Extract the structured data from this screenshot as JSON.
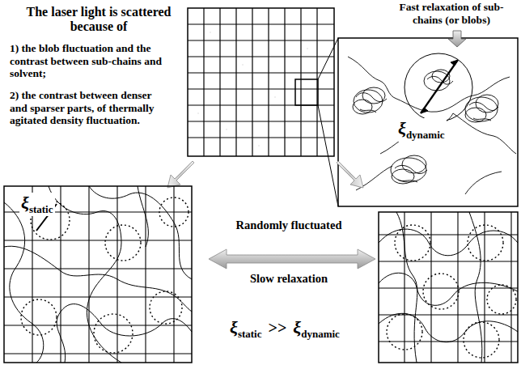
{
  "diagram": {
    "labels": [
      "The laser light is scattered because of",
      "1) the blob fluctuation and the contrast between sub-chains and solvent;",
      "2) the contrast between denser and sparser parts, of thermally agitated density fluctuation.",
      "Fast relaxation of sub-chains (or blobs)",
      "ξ",
      "dynamic",
      "ξ",
      "static",
      "Randomly fluctuated",
      "Slow relaxation",
      "ξ",
      "static",
      ">>",
      "ξ",
      "dynamic"
    ]
  }
}
